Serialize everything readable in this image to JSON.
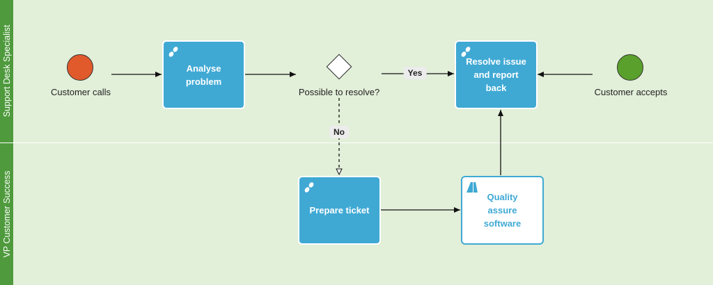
{
  "lanes": [
    {
      "title": "Support Desk Specialist"
    },
    {
      "title": "VP Customer Success"
    }
  ],
  "events": {
    "start": {
      "label": "Customer calls",
      "color": "#e05a2b"
    },
    "end": {
      "label": "Customer accepts",
      "color": "#5aa02c"
    }
  },
  "tasks": {
    "analyse": {
      "label": "Analyse problem",
      "type": "user",
      "icon": "user-task-icon"
    },
    "resolve": {
      "label": "Resolve issue and report back",
      "type": "user",
      "icon": "user-task-icon"
    },
    "prepare": {
      "label": "Prepare ticket",
      "type": "user",
      "icon": "user-task-icon"
    },
    "quality": {
      "label": "Quality assure software",
      "type": "service",
      "icon": "service-task-icon"
    }
  },
  "gateway": {
    "label": "Possible to resolve?"
  },
  "flows": {
    "yes_label": "Yes",
    "no_label": "No"
  },
  "colors": {
    "lane_background": "#e2efd9",
    "lane_header": "#4e9a3c",
    "task_fill": "#3fa9d4",
    "start_event": "#e05a2b",
    "end_event": "#5aa02c"
  }
}
